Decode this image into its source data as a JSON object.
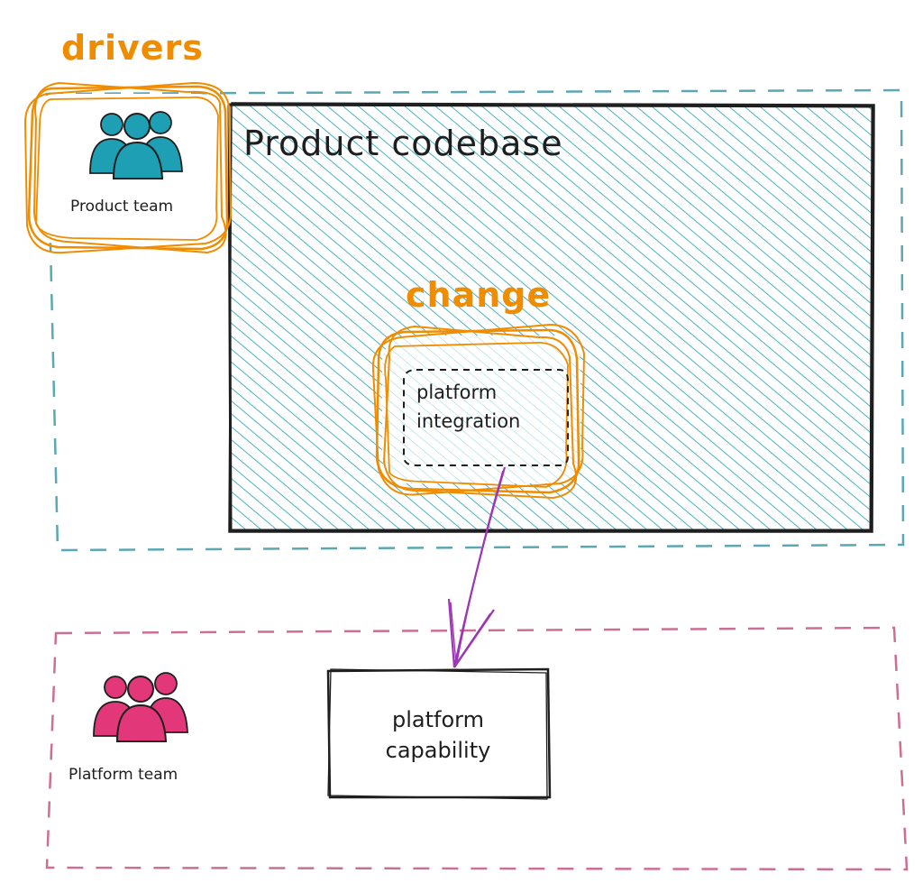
{
  "colors": {
    "teal": "#1e9fb3",
    "teal_dash": "#5ba7b3",
    "orange": "#f08c00",
    "pink": "#e2387a",
    "pink_dash": "#cc6f94",
    "purple": "#9c36b5",
    "ink": "#1e1e1e"
  },
  "labels": {
    "drivers": "drivers",
    "product_codebase": "Product codebase",
    "change": "change",
    "platform_integration_line1": "platform",
    "platform_integration_line2": "integration",
    "platform_capability_line1": "platform",
    "platform_capability_line2": "capability"
  },
  "teams": {
    "product": {
      "label": "Product team",
      "icon": "people-group-icon"
    },
    "platform": {
      "label": "Platform team",
      "icon": "people-group-icon"
    }
  }
}
